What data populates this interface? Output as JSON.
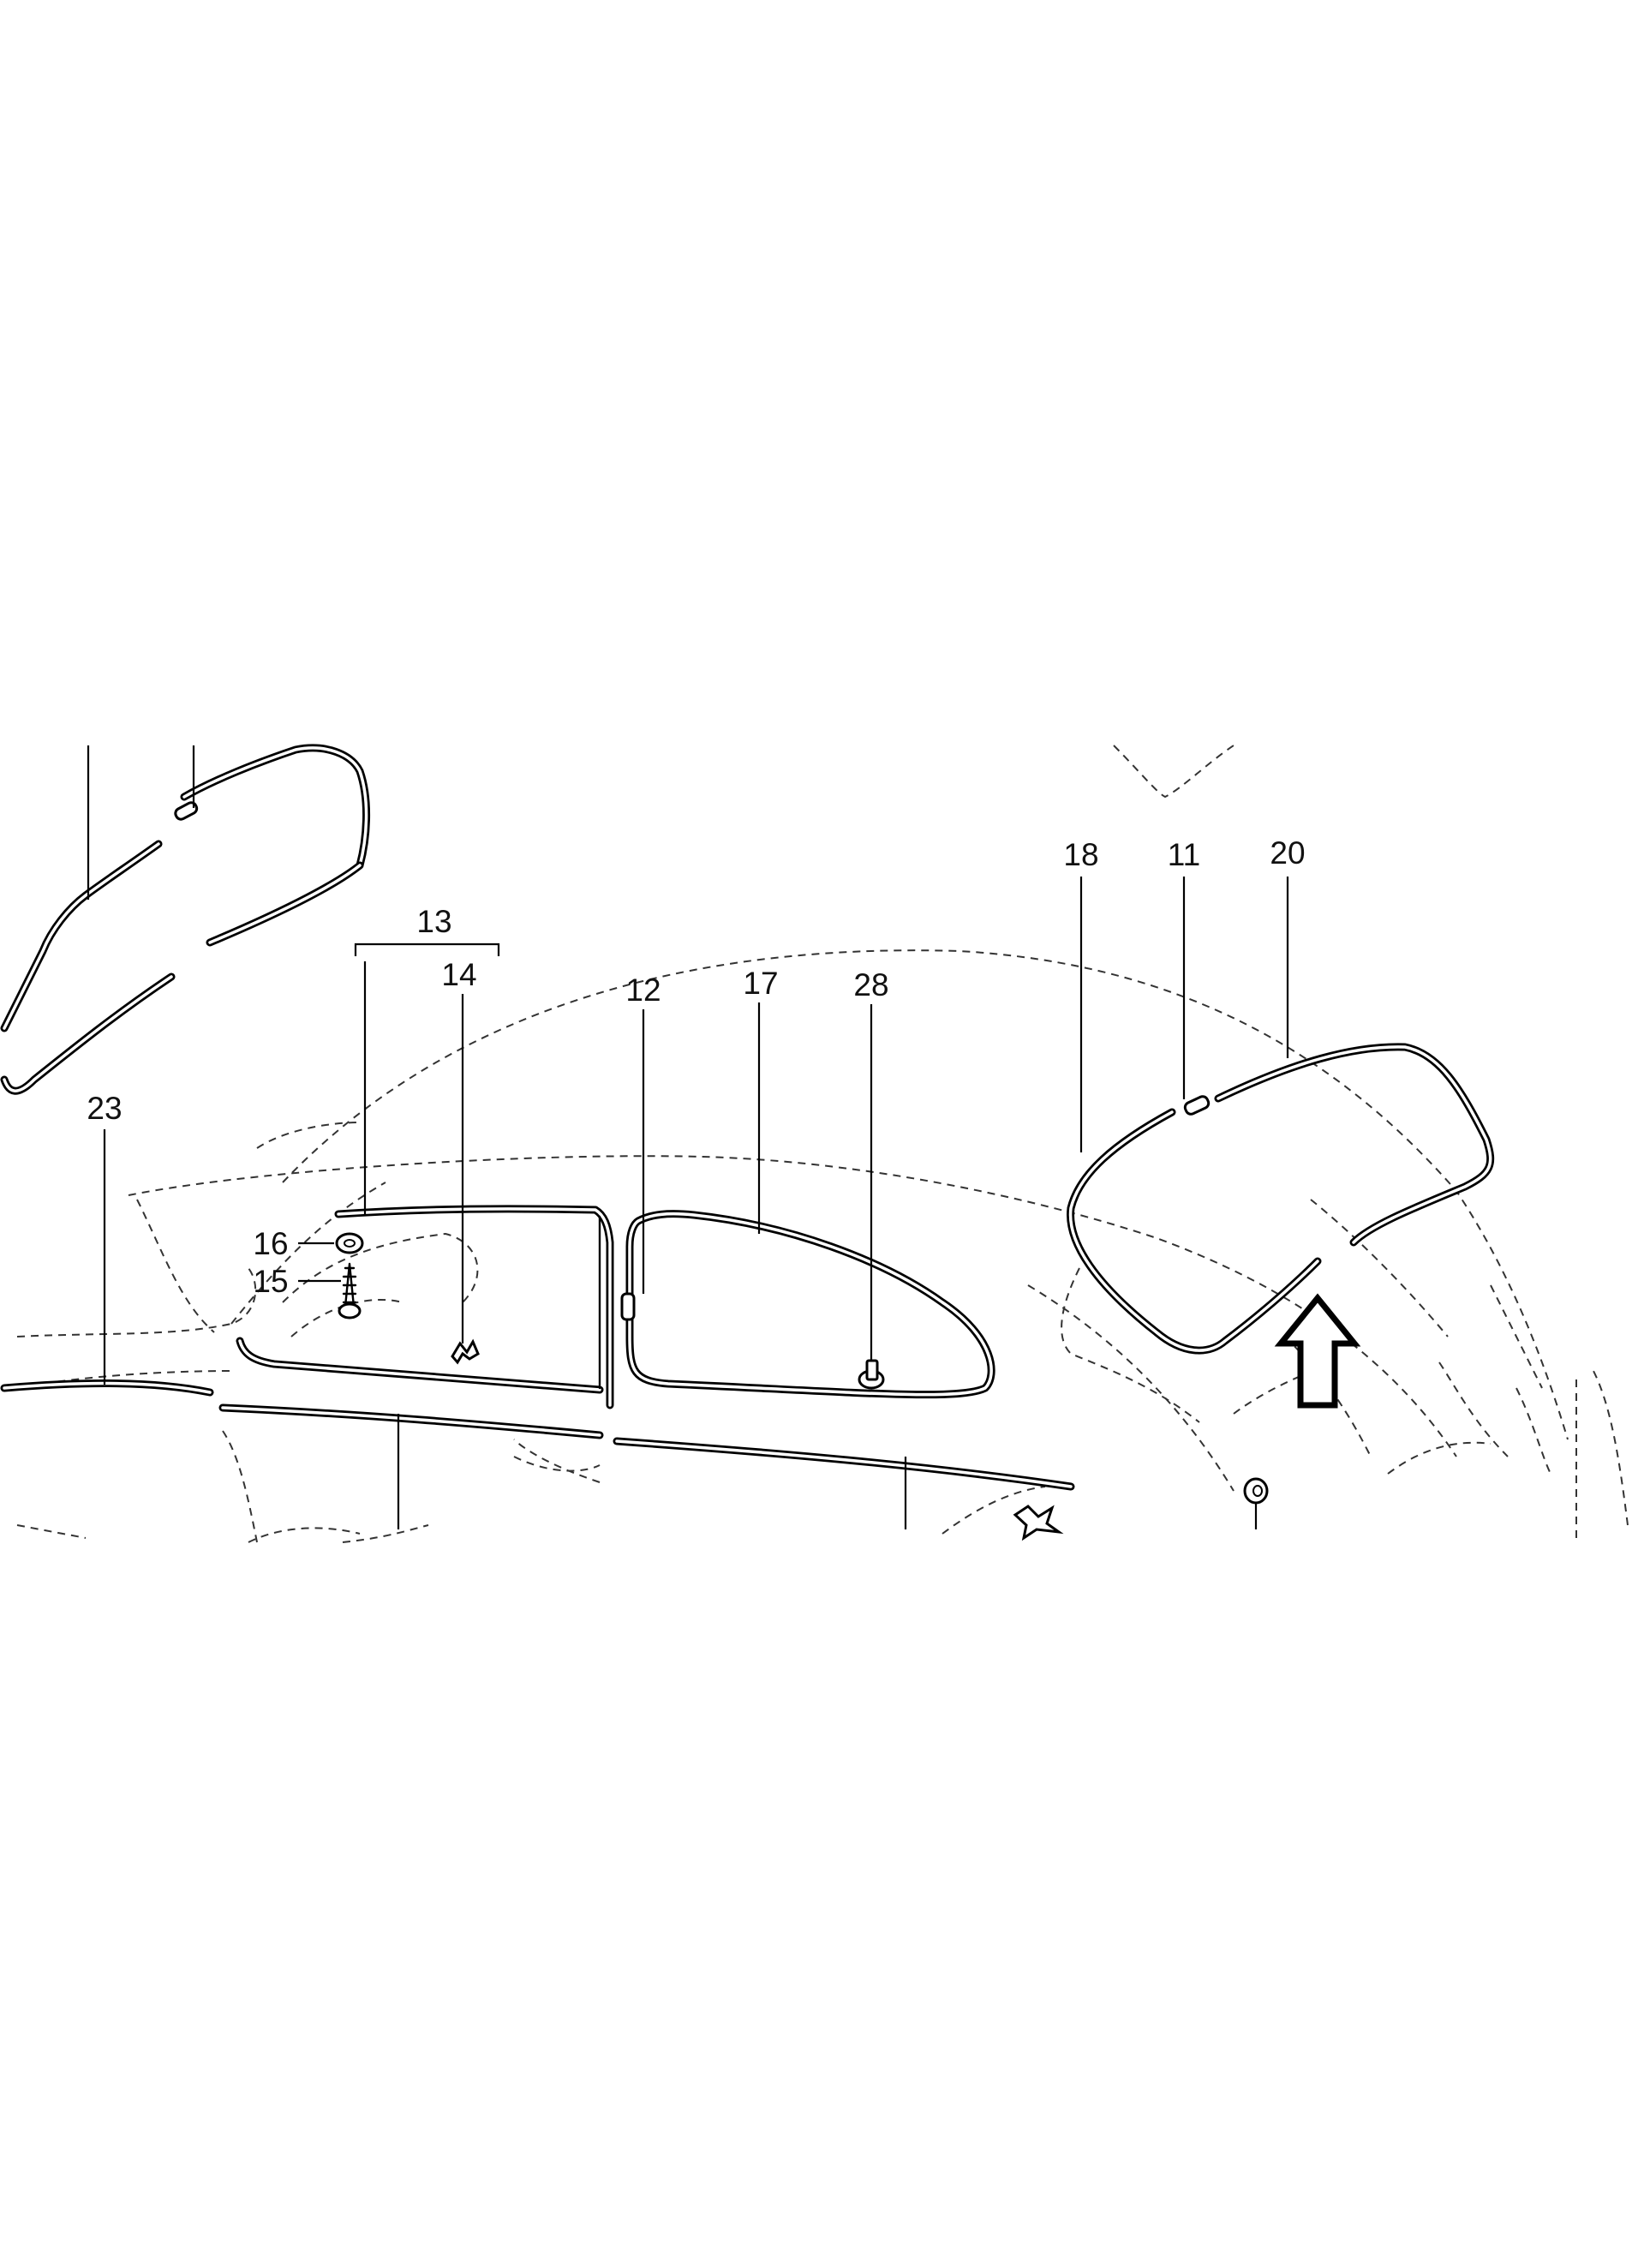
{
  "diagram": {
    "callouts": [
      {
        "id": "c11",
        "label": "11"
      },
      {
        "id": "c12",
        "label": "12"
      },
      {
        "id": "c13",
        "label": "13"
      },
      {
        "id": "c14",
        "label": "14"
      },
      {
        "id": "c15",
        "label": "15"
      },
      {
        "id": "c16",
        "label": "16"
      },
      {
        "id": "c17",
        "label": "17"
      },
      {
        "id": "c18",
        "label": "18"
      },
      {
        "id": "c20",
        "label": "20"
      },
      {
        "id": "c23",
        "label": "23"
      },
      {
        "id": "c28",
        "label": "28"
      }
    ],
    "view_arrow": "up-arrow-icon"
  }
}
